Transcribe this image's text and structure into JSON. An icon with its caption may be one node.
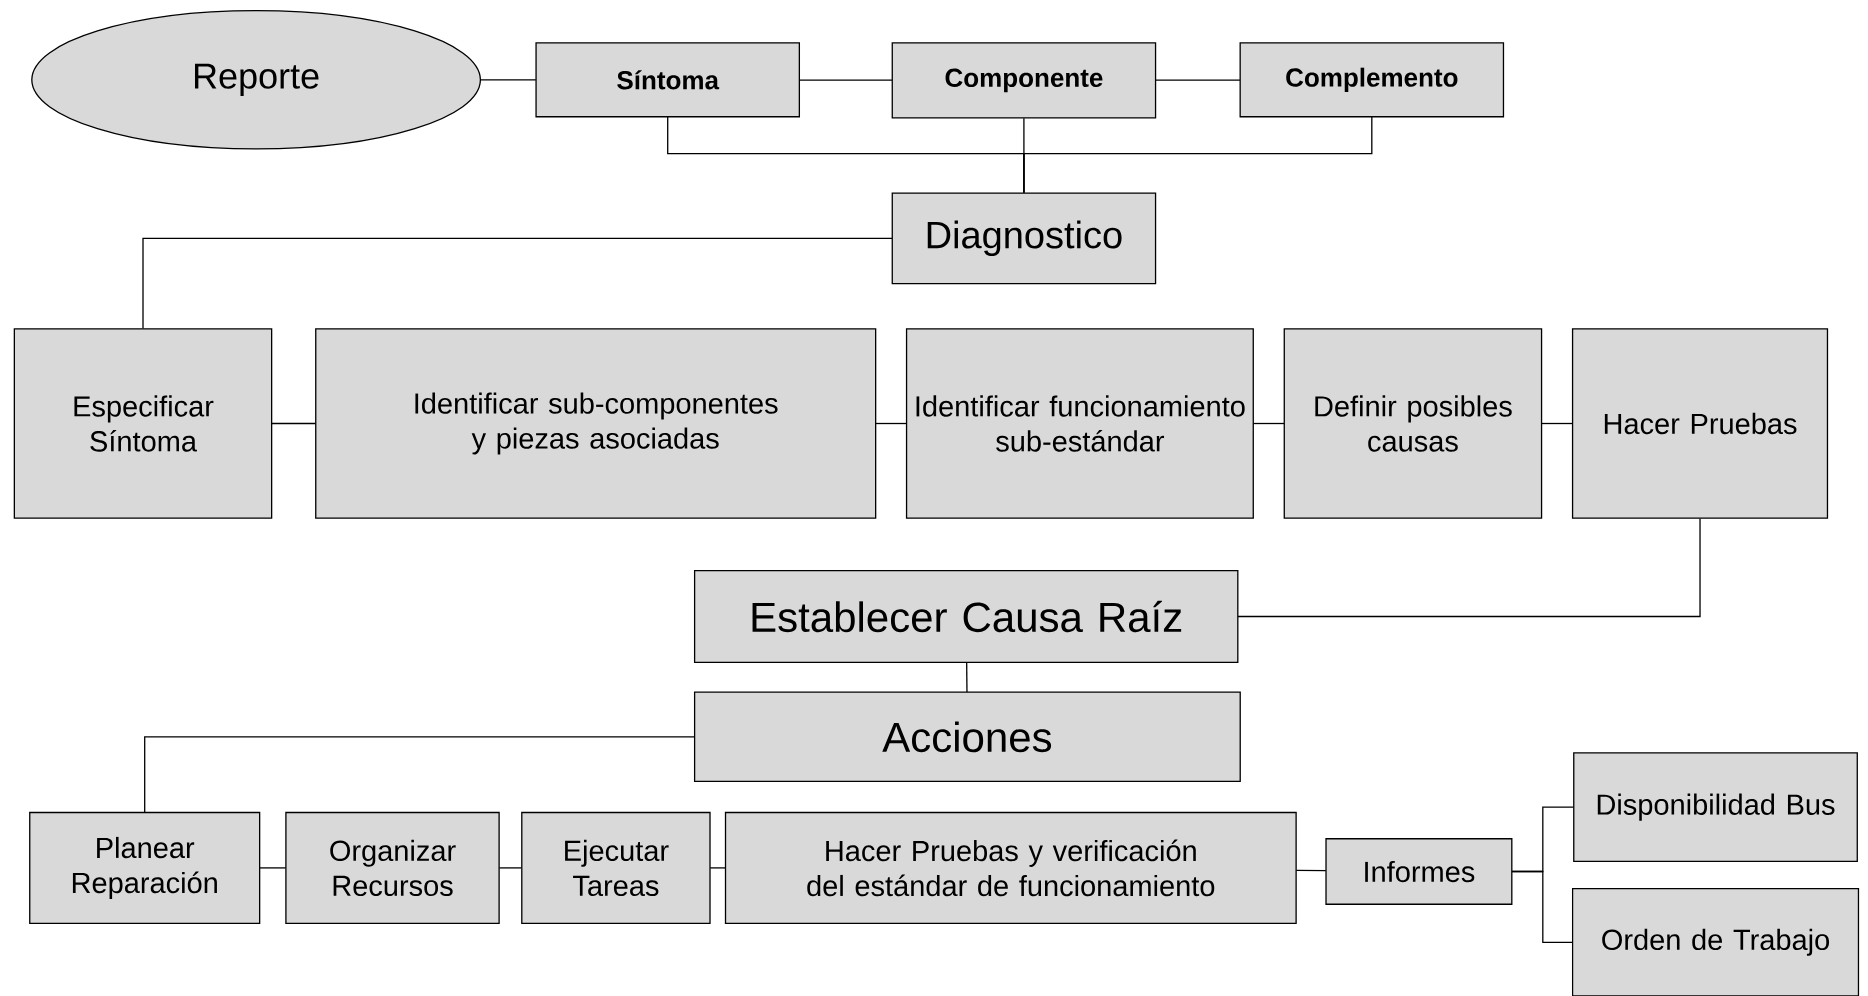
{
  "diagram": {
    "nodes": [
      {
        "text": [
          "Reporte"
        ]
      },
      {
        "text": [
          "Síntoma"
        ]
      },
      {
        "text": [
          "Componente"
        ]
      },
      {
        "text": [
          "Complemento"
        ]
      },
      {
        "text": [
          "Diagnostico"
        ]
      },
      {
        "text": [
          "Especificar Síntoma"
        ]
      },
      {
        "text": [
          "Identificar sub-componentes y piezas asociadas"
        ]
      },
      {
        "text": [
          "Identificar funcionamiento sub-estándar"
        ]
      },
      {
        "text": [
          "Definir posibles causas"
        ]
      },
      {
        "text": [
          "Hacer Pruebas"
        ]
      },
      {
        "text": [
          "Establecer Causa Raíz"
        ]
      },
      {
        "text": [
          "Acciones"
        ]
      },
      {
        "text": [
          "Planear Reparación"
        ]
      },
      {
        "text": [
          "Organizar Recursos"
        ]
      },
      {
        "text": [
          "Ejecutar Tareas"
        ]
      },
      {
        "text": [
          "Hacer Pruebas y verificación del estándar de funcionamiento"
        ]
      },
      {
        "text": [
          "Informes"
        ]
      },
      {
        "text": [
          "Disponibilidad Bus"
        ]
      },
      {
        "text": [
          "Orden de Trabajo"
        ]
      }
    ],
    "edges": [
      {
        "from": 0,
        "to": 1,
        "arrow": "none"
      },
      {
        "from": 1,
        "to": 2,
        "arrow": "none"
      },
      {
        "from": 2,
        "to": 3,
        "arrow": "none"
      },
      {
        "from": 1,
        "to": 4,
        "arrow": "none"
      },
      {
        "from": 2,
        "to": 4,
        "arrow": "none"
      },
      {
        "from": 3,
        "to": 4,
        "arrow": "none"
      },
      {
        "from": 4,
        "to": 5,
        "arrow": "none"
      },
      {
        "from": 5,
        "to": 6,
        "arrow": "none"
      },
      {
        "from": 6,
        "to": 7,
        "arrow": "none"
      },
      {
        "from": 7,
        "to": 8,
        "arrow": "none"
      },
      {
        "from": 8,
        "to": 9,
        "arrow": "none"
      },
      {
        "from": 9,
        "to": 10,
        "arrow": "none"
      },
      {
        "from": 10,
        "to": 11,
        "arrow": "none"
      },
      {
        "from": 11,
        "to": 12,
        "arrow": "none"
      },
      {
        "from": 12,
        "to": 13,
        "arrow": "none"
      },
      {
        "from": 13,
        "to": 14,
        "arrow": "none"
      },
      {
        "from": 14,
        "to": 15,
        "arrow": "none"
      },
      {
        "from": 15,
        "to": 16,
        "arrow": "none"
      },
      {
        "from": 16,
        "to": 17,
        "arrow": "none"
      },
      {
        "from": 16,
        "to": 18,
        "arrow": "none"
      }
    ]
  }
}
